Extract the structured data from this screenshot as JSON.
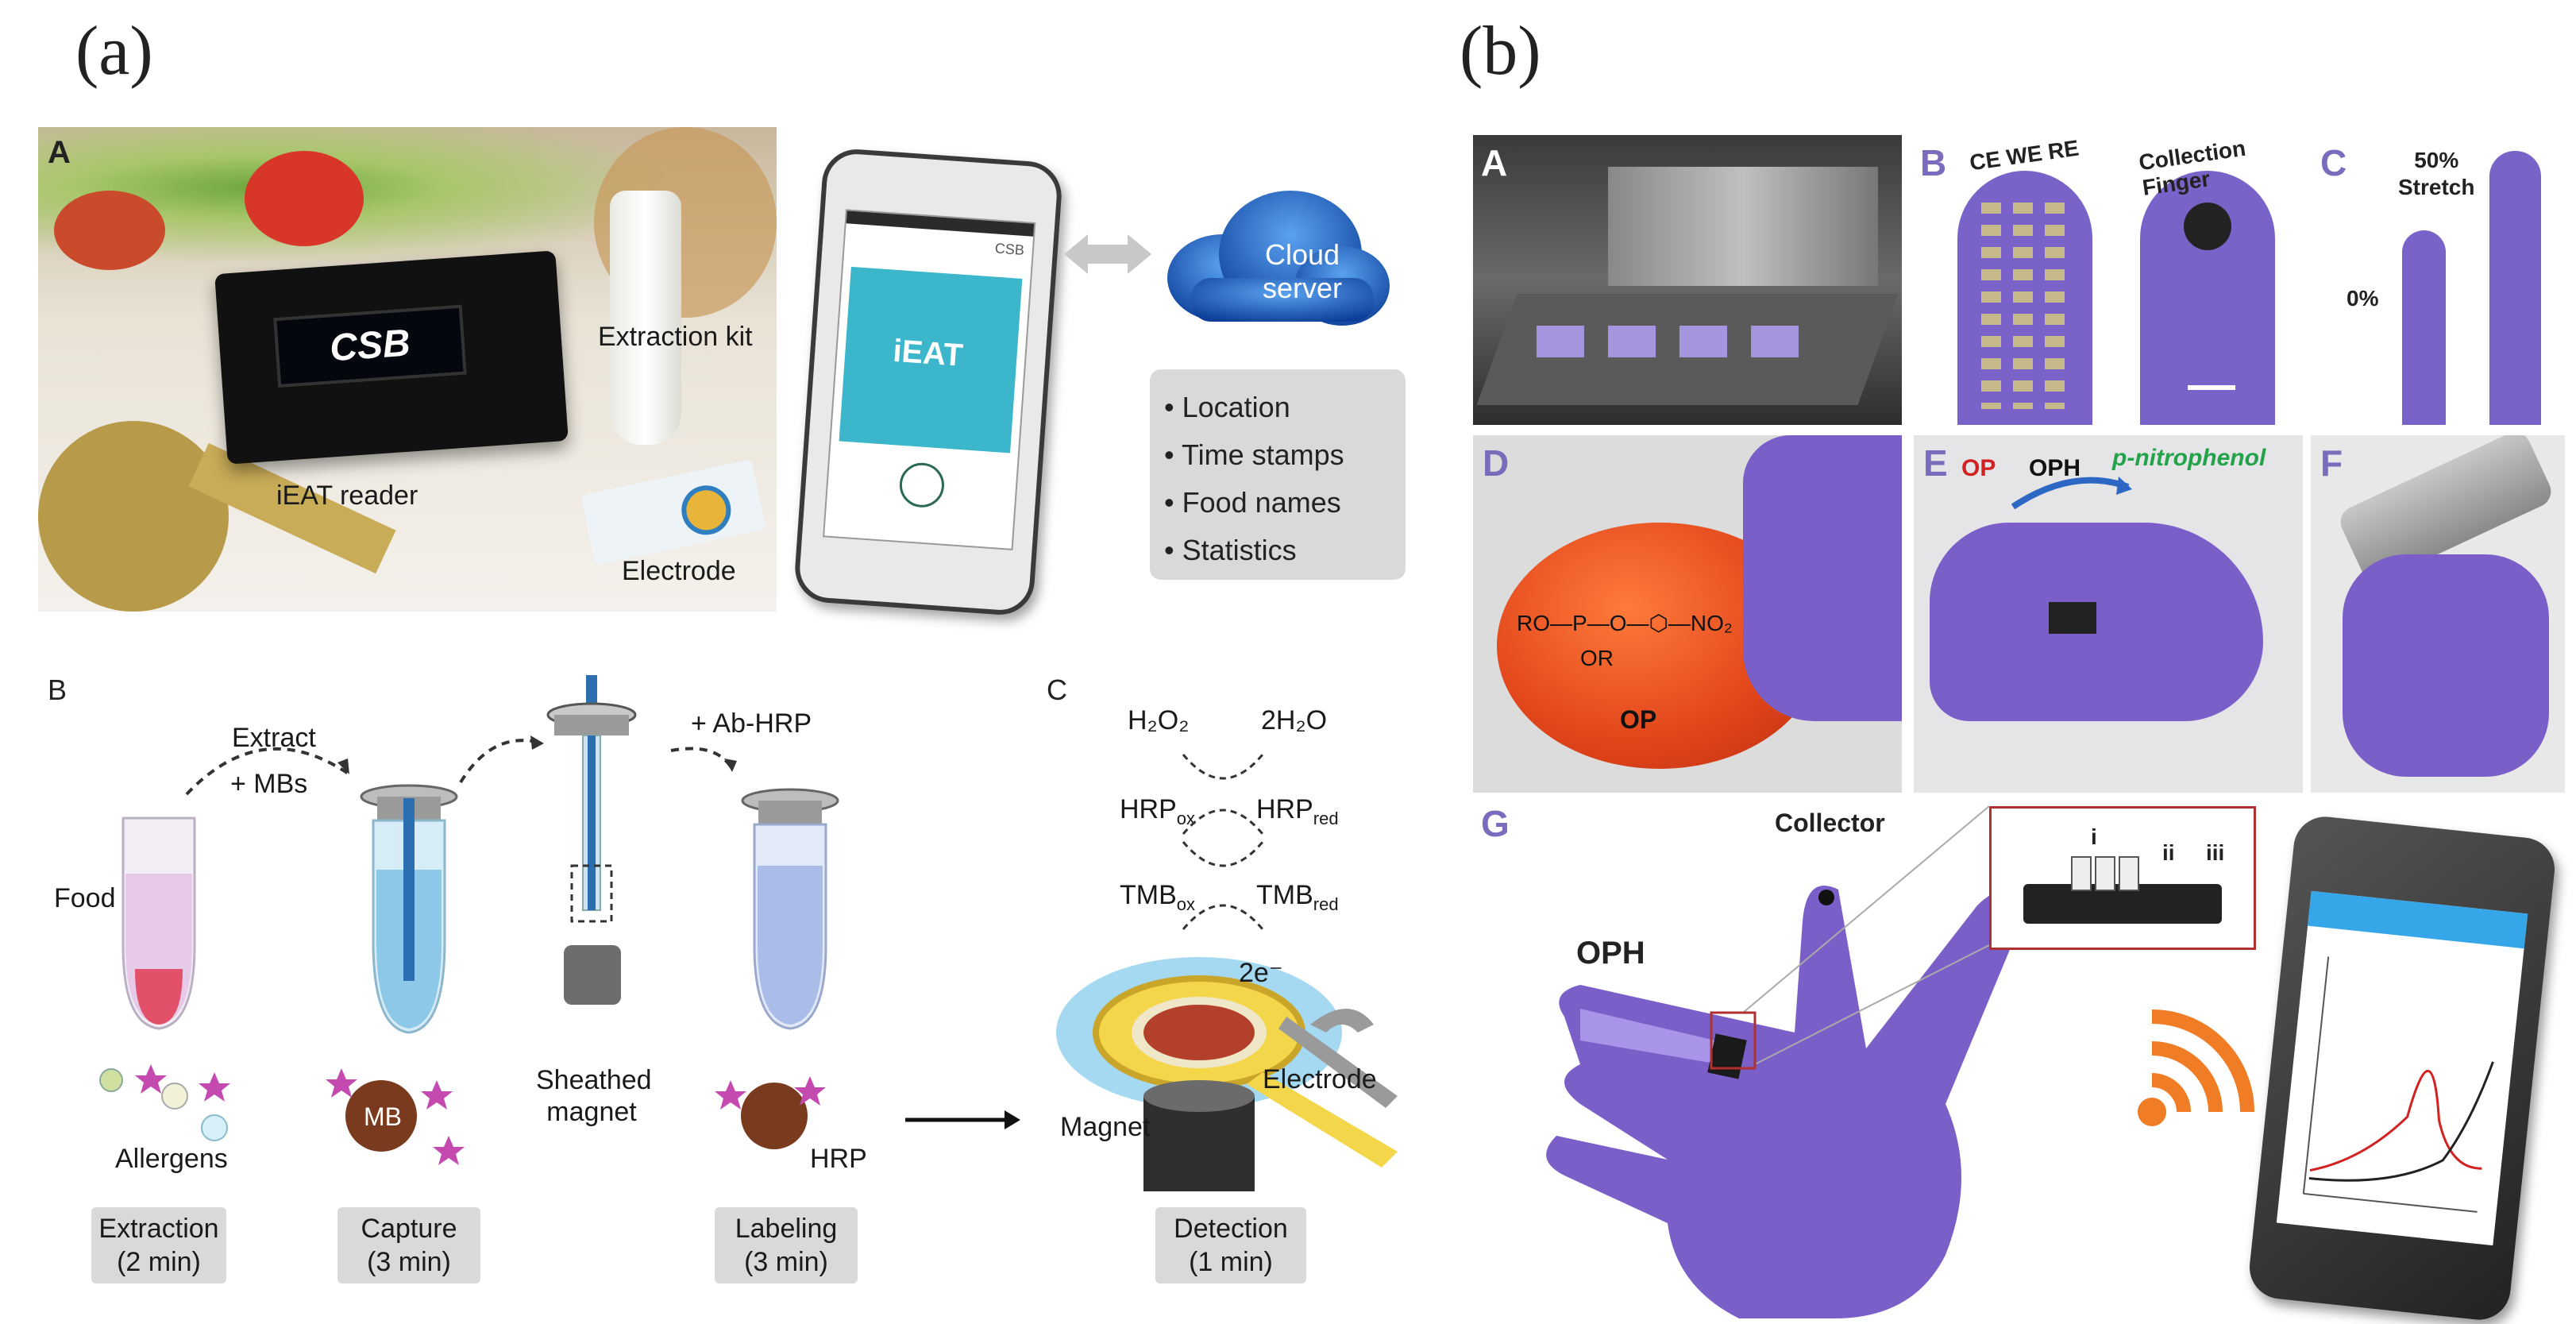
{
  "panel_a": {
    "label": "(a)",
    "A": {
      "letter": "A",
      "device_brand": "CSB",
      "reader_label": "iEAT reader",
      "extraction_label": "Extraction kit",
      "electrode_label": "Electrode",
      "cloud_label_1": "Cloud",
      "cloud_label_2": "server",
      "info_items": [
        "Location",
        "Time stamps",
        "Food names",
        "Statistics"
      ],
      "phone_app": "iEAT",
      "phone_logo": "CSB"
    },
    "B": {
      "letter": "B",
      "extract_label": "Extract",
      "mbs_label": "+ MBs",
      "ab_hrp_label": "+ Ab-HRP",
      "food_label": "Food",
      "allergens_label": "Allergens",
      "mb_label": "MB",
      "sheathed_label_1": "Sheathed",
      "sheathed_label_2": "magnet",
      "hrp_label": "HRP",
      "steps": [
        {
          "name": "Extraction",
          "time": "(2 min)"
        },
        {
          "name": "Capture",
          "time": "(3 min)"
        },
        {
          "name": "Labeling",
          "time": "(3 min)"
        }
      ]
    },
    "C": {
      "letter": "C",
      "h2o2": "H₂O₂",
      "h2o": "2H₂O",
      "hrp_ox": "HRP",
      "hrp_ox_sub": "ox",
      "hrp_red": "HRP",
      "hrp_red_sub": "red",
      "tmb_ox": "TMB",
      "tmb_ox_sub": "ox",
      "tmb_red": "TMB",
      "tmb_red_sub": "red",
      "electron": "2e⁻",
      "electrode_label": "Electrode",
      "magnet_label": "Magnet",
      "step": {
        "name": "Detection",
        "time": "(1 min)"
      }
    }
  },
  "panel_b": {
    "label": "(b)",
    "A": {
      "letter": "A"
    },
    "B": {
      "letter": "B",
      "ce": "CE",
      "we": "WE",
      "re": "RE",
      "collection": "Collection Finger"
    },
    "C": {
      "letter": "C",
      "stretch": "50%",
      "stretch2": "Stretch",
      "zero": "0%"
    },
    "D": {
      "letter": "D",
      "op": "OP",
      "formula_ro": "RO",
      "formula_p": "P",
      "formula_o": "O",
      "formula_or": "OR",
      "formula_no2": "NO₂"
    },
    "E": {
      "letter": "E",
      "op": "OP",
      "oph": "OPH",
      "product": "p-nitrophenol"
    },
    "F": {
      "letter": "F"
    },
    "G": {
      "letter": "G",
      "collector": "Collector",
      "oph": "OPH",
      "inset_i": "i",
      "inset_ii": "ii",
      "inset_iii": "iii"
    }
  },
  "colors": {
    "purple_glove": "#7a5fc9",
    "label_purple": "#7b6bbd",
    "red": "#d32020",
    "green": "#22a34a",
    "cloud_blue": "#1f67c9",
    "step_gray": "#d9d9d9"
  }
}
